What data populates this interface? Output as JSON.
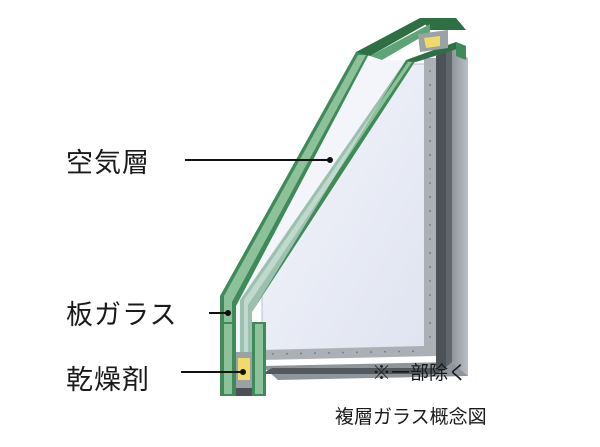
{
  "labels": {
    "air_layer": "空気層",
    "sheet_glass": "板ガラス",
    "desiccant": "乾燥剤",
    "note": "※一部除く",
    "caption": "複層ガラス概念図"
  },
  "colors": {
    "glass_edge_green": "#3f8a58",
    "glass_edge_light": "#8cc19a",
    "glass_face": "#e7ebf6",
    "spacer_gray": "#a7adb3",
    "frame_dark": "#4a5056",
    "desiccant_yellow": "#f1d96a",
    "leader_line": "#111111"
  }
}
